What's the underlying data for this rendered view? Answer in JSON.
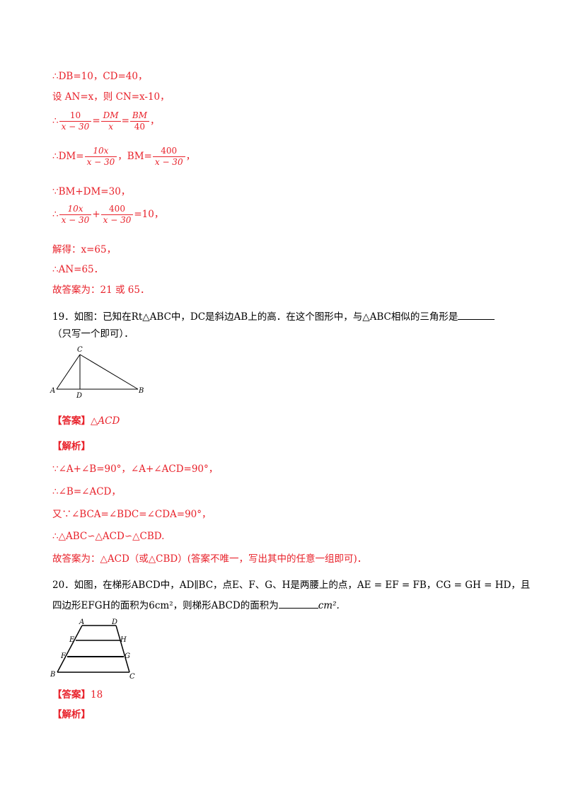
{
  "solution_top": {
    "l1": "∴DB=10，CD=40，",
    "l2": "设 AN=x，则 CN=x-10，",
    "l3_prefix": "∴",
    "l3_f1_num": "10",
    "l3_f1_den": "x − 30",
    "l3_eq1": "=",
    "l3_f2_num": "DM",
    "l3_f2_den": "x",
    "l3_eq2": "=",
    "l3_f3_num": "BM",
    "l3_f3_den": "40",
    "l3_suffix": "，",
    "l4_prefix": "∴DM=",
    "l4_f1_num": "10x",
    "l4_f1_den": "x − 30",
    "l4_mid": "，BM=",
    "l4_f2_num": "400",
    "l4_f2_den": "x − 30",
    "l4_suffix": "，",
    "l5": "∵BM+DM=30，",
    "l6_prefix": "∴",
    "l6_f1_num": "10x",
    "l6_f1_den": "x − 30",
    "l6_plus": "+",
    "l6_f2_num": "400",
    "l6_f2_den": "x − 30",
    "l6_suffix": "=10，",
    "l7": "解得：x=65，",
    "l8": "∴AN=65．",
    "l9": "故答案为：21 或 65．"
  },
  "q19": {
    "text1": "19．如图：已知在Rt△ABC中，DC是斜边AB上的高．在这个图形中，与△ABC相似的三角形是",
    "text2": "（只写一个即可）．",
    "fig_labels": {
      "A": "A",
      "B": "B",
      "C": "C",
      "D": "D"
    },
    "answer_label": "【答案】",
    "answer_value": "△ACD",
    "analysis_label": "【解析】",
    "s1": "∵∠A+∠B=90°，∠A+∠ACD=90°，",
    "s2": "∴∠B=∠ACD，",
    "s3": "又∵∠BCA=∠BDC=∠CDA=90°，",
    "s4": "∴△ABC∽△ACD∽△CBD.",
    "s5": "故答案为：△ACD（或△CBD）(答案不唯一，写出其中的任意一组即可)．"
  },
  "q20": {
    "text1": "20．如图，在梯形ABCD中，AD∥BC，点E、F、G、H是两腰上的点，AE = EF = FB，CG = GH = HD，且",
    "text2a": "四边形EFGH的面积为6cm²，则梯形ABCD的面积为",
    "text2b": "cm².",
    "fig_labels": {
      "A": "A",
      "B": "B",
      "C": "C",
      "D": "D",
      "E": "E",
      "F": "F",
      "G": "G",
      "H": "H"
    },
    "answer_label": "【答案】",
    "answer_value": "18",
    "analysis_label": "【解析】"
  },
  "colors": {
    "solution": "#e8212a",
    "text": "#000000"
  }
}
